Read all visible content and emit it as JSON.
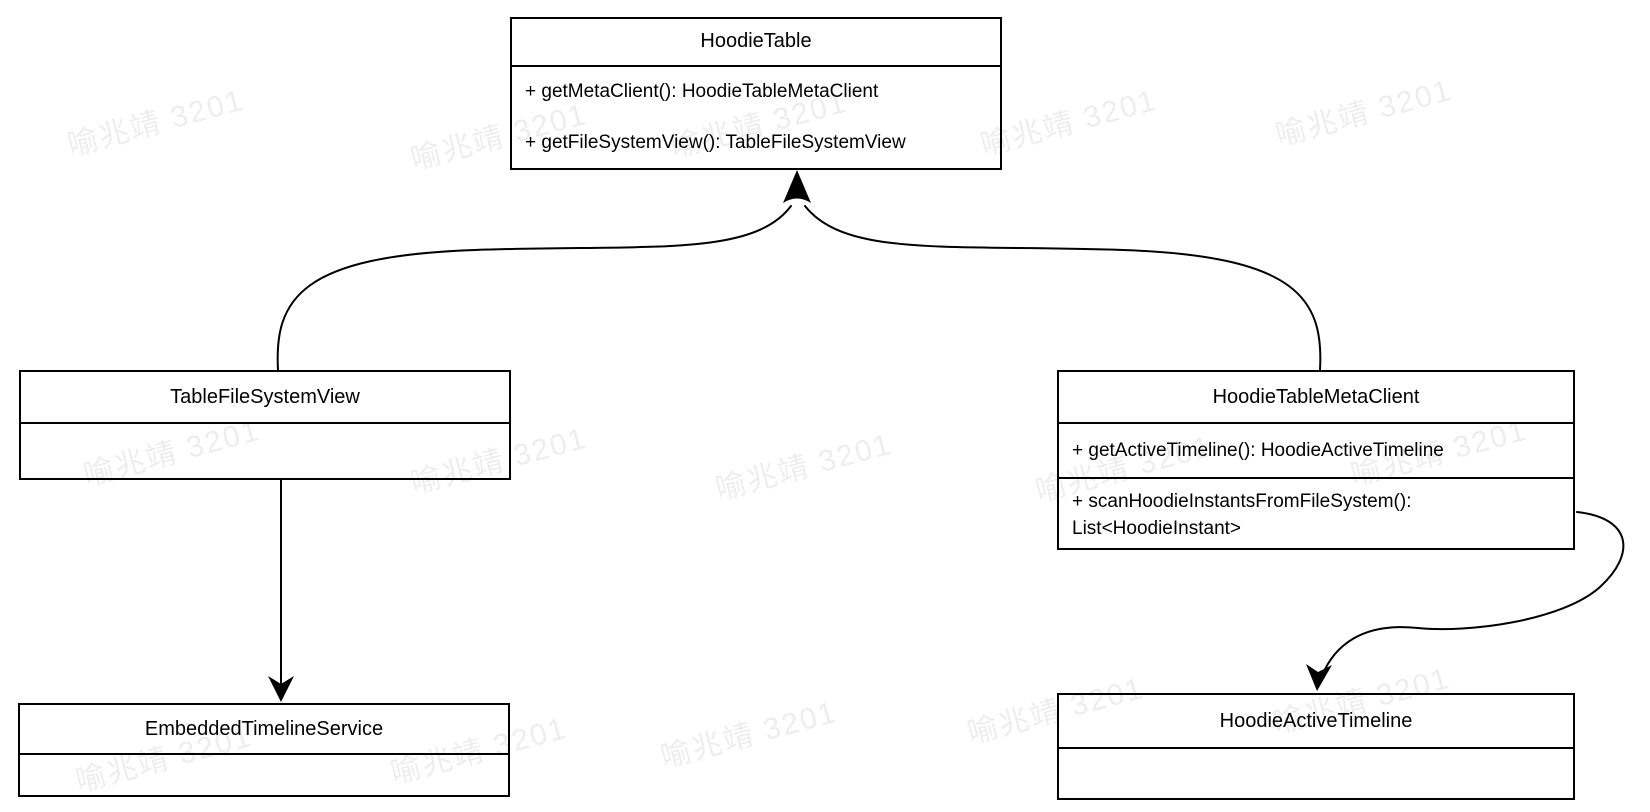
{
  "diagram": {
    "type": "uml-class-diagram",
    "colors": {
      "stroke": "#000000",
      "background": "#ffffff",
      "watermark": "rgba(0,0,0,0.07)"
    }
  },
  "classes": {
    "hoodie_table": {
      "name": "HoodieTable",
      "methods": [
        "+ getMetaClient(): HoodieTableMetaClient",
        "+ getFileSystemView(): TableFileSystemView"
      ]
    },
    "table_file_system_view": {
      "name": "TableFileSystemView",
      "methods": []
    },
    "hoodie_table_meta_client": {
      "name": "HoodieTableMetaClient",
      "methods": [
        "+ getActiveTimeline(): HoodieActiveTimeline",
        "+ scanHoodieInstantsFromFileSystem(): List<HoodieInstant>"
      ]
    },
    "embedded_timeline_service": {
      "name": "EmbeddedTimelineService",
      "methods": []
    },
    "hoodie_active_timeline": {
      "name": "HoodieActiveTimeline",
      "methods": []
    }
  },
  "relations": [
    {
      "from": "TableFileSystemView",
      "to": "HoodieTable",
      "arrowhead": "filled-triangle",
      "line": "curved"
    },
    {
      "from": "HoodieTableMetaClient",
      "to": "HoodieTable",
      "arrowhead": "filled-triangle",
      "line": "curved"
    },
    {
      "from": "TableFileSystemView",
      "to": "EmbeddedTimelineService",
      "arrowhead": "open-thin",
      "line": "straight-vertical"
    },
    {
      "from": "HoodieTableMetaClient",
      "to": "HoodieActiveTimeline",
      "arrowhead": "open-thin",
      "line": "s-curve"
    }
  ],
  "watermark": {
    "text": "喻兆靖 3201"
  }
}
